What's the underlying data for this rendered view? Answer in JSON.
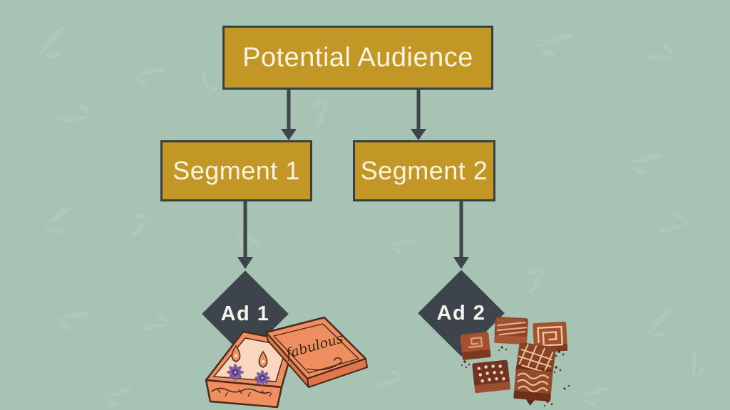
{
  "colors": {
    "background": "#a6c3b4",
    "leaf_motif": "#b6cebf",
    "node_fill": "#c29726",
    "node_border": "#3a3f45",
    "node_text": "#faf3e2",
    "arrow": "#3e444b",
    "diamond_fill": "#3e444b",
    "diamond_text": "#f6f4ef",
    "jewelry_orange": "#ef8e61",
    "chocolate_brown": "#8f4328"
  },
  "diagram": {
    "root": {
      "label": "Potential Audience"
    },
    "segments": [
      {
        "label": "Segment 1",
        "ad": {
          "label": "Ad 1",
          "illustration": "jewelry-box",
          "illustration_text": "fabulous"
        }
      },
      {
        "label": "Segment 2",
        "ad": {
          "label": "Ad 2",
          "illustration": "chocolates"
        }
      }
    ]
  }
}
